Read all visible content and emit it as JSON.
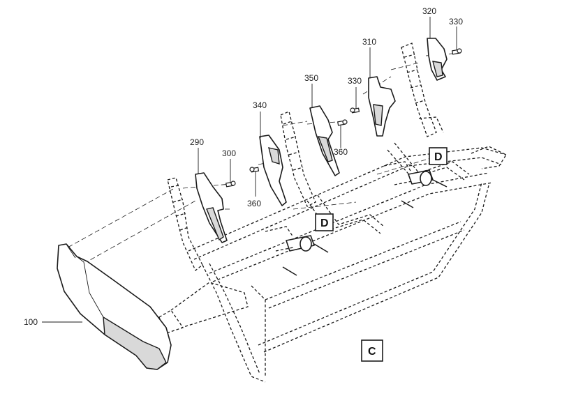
{
  "callouts": {
    "c100": "100",
    "c290": "290",
    "c300": "300",
    "c360a": "360",
    "c340": "340",
    "c350": "350",
    "c360b": "360",
    "c330a": "330",
    "c310": "310",
    "c320": "320",
    "c330b": "330"
  },
  "detail_markers": {
    "d1": "D",
    "d2": "D",
    "c": "C"
  }
}
